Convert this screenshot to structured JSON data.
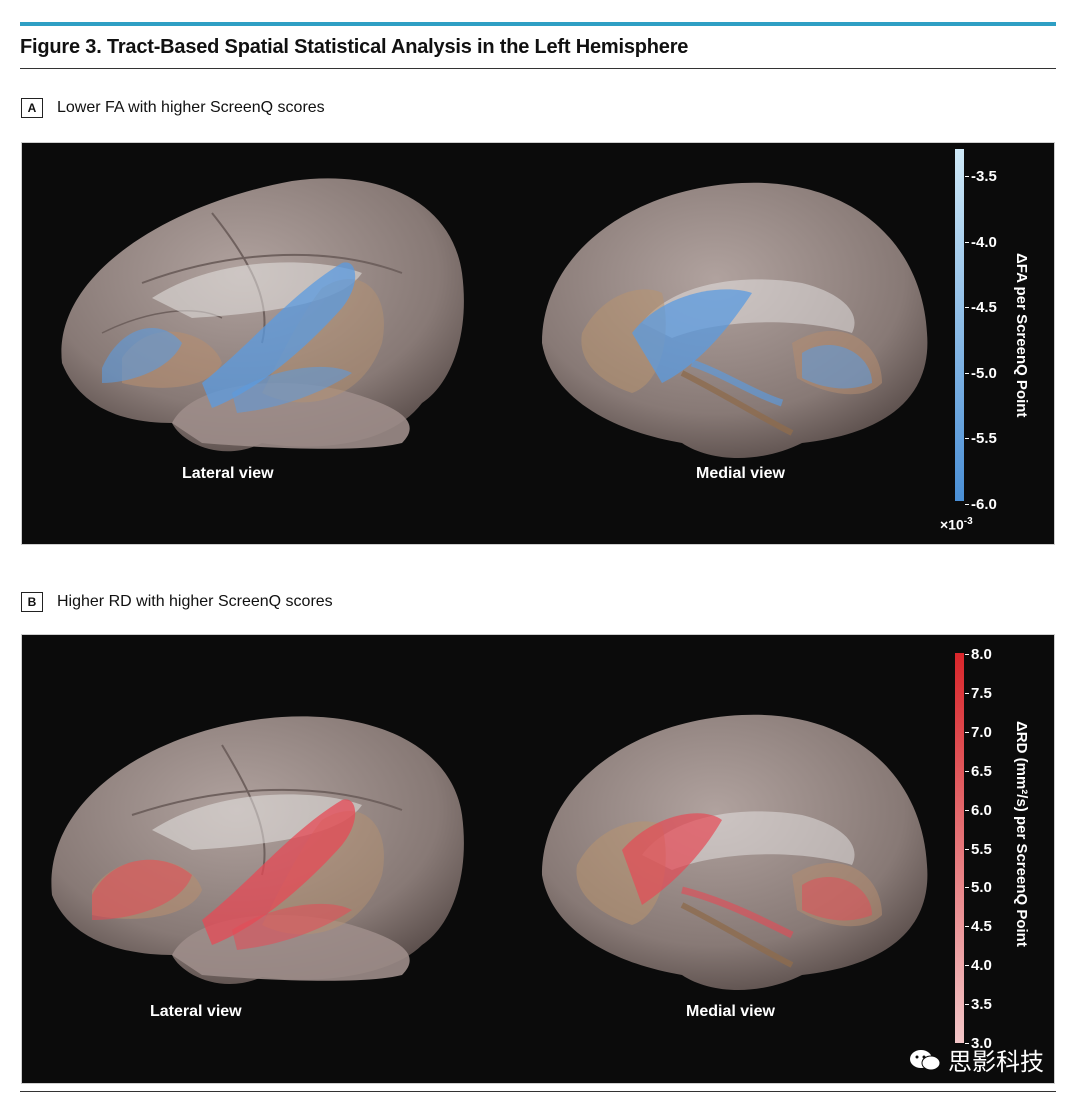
{
  "figure": {
    "title": "Figure 3. Tract-Based Spatial Statistical Analysis in the Left Hemisphere"
  },
  "panels": [
    {
      "letter": "A",
      "caption": "Lower FA with higher ScreenQ scores",
      "views": [
        "Lateral view",
        "Medial view"
      ],
      "colorbar": {
        "label": "ΔFA per ScreenQ Point",
        "ticks": [
          "-3.5",
          "-4.0",
          "-4.5",
          "-5.0",
          "-5.5",
          "-6.0"
        ],
        "range": [
          -6.0,
          -3.3
        ],
        "multiplier_base": "×10",
        "multiplier_exp": "-3",
        "color_low": "#4a8fd6",
        "color_high": "#cfe9f7"
      },
      "overlay_color": "#5b9be0"
    },
    {
      "letter": "B",
      "caption": "Higher RD with higher ScreenQ scores",
      "views": [
        "Lateral view",
        "Medial view"
      ],
      "colorbar": {
        "label": "ΔRD (mm²/s) per ScreenQ Point",
        "ticks": [
          "8.0",
          "7.5",
          "7.0",
          "6.5",
          "6.0",
          "5.5",
          "5.0",
          "4.5",
          "4.0",
          "3.5",
          "3.0"
        ],
        "range": [
          3.0,
          8.0
        ],
        "color_low": "#f3c6c8",
        "color_high": "#d9262b"
      },
      "overlay_color": "#e64a55"
    }
  ],
  "watermark": {
    "text": "思影科技",
    "icon": "wechat-icon"
  }
}
